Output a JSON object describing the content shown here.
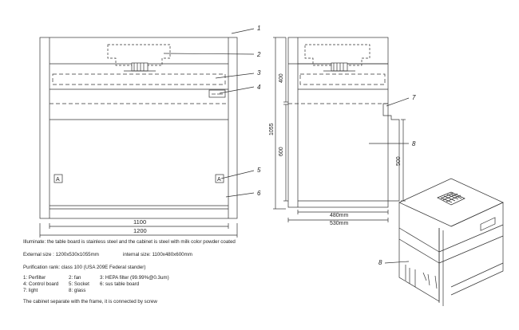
{
  "callouts": [
    "1",
    "2",
    "3",
    "4",
    "5",
    "6",
    "7",
    "8",
    "8"
  ],
  "dimensions": {
    "front_inner_width": "1100",
    "front_outer_width": "1200",
    "side_height_top": "400",
    "side_height_total": "1055",
    "side_height_bottom": "600",
    "side_height_inner": "500",
    "side_inner_depth": "480mm",
    "side_outer_depth": "530mm"
  },
  "notes": {
    "illuminate": "Illuminate: the table board is stainless steel and the cabinet is steel with milk color powder coated",
    "external_size": "External size : 1200x530x1055mm",
    "internal_size": "internal size: 1100x480x600mm",
    "purification": "Purification rank: class 100 (USA 209E Federal stander)",
    "parts": [
      [
        "1: Perfilter",
        "2: fan",
        "3: HEPA filter (99.99%@0.3um)"
      ],
      [
        "4: Control board",
        "5: Socket",
        "6: sus table board"
      ],
      [
        "7: light",
        "8: glass",
        ""
      ]
    ],
    "separate": "The cabinet separate with the frame, it is connected by screw"
  }
}
